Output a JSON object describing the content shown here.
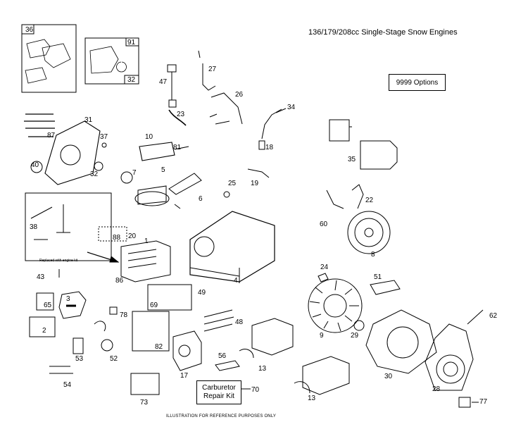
{
  "title": "136/179/208cc Single-Stage Snow Engines",
  "options_label": "9999 Options",
  "carb_kit": {
    "line1": "Carburetor",
    "line2": "Repair Kit"
  },
  "footer": "ILLUSTRATION FOR REFERENCE PURPOSES ONLY",
  "note": "Replaced with engine kit",
  "labels": {
    "p1": "1",
    "p2": "2",
    "p3": "3",
    "p4": "4",
    "p5": "5",
    "p6": "6",
    "p7": "7",
    "p8": "8",
    "p9": "9",
    "p10": "10",
    "p13a": "13",
    "p13b": "13",
    "p17": "17",
    "p18": "18",
    "p19": "19",
    "p20": "20",
    "p22": "22",
    "p23": "23",
    "p24": "24",
    "p25": "25",
    "p26": "26",
    "p27": "27",
    "p28": "28",
    "p29": "29",
    "p30": "30",
    "p31": "31",
    "p32": "32",
    "p34": "34",
    "p35": "35",
    "p36": "36",
    "p37": "37",
    "p38": "38",
    "p40": "40",
    "p43": "43",
    "p47": "47",
    "p48": "48",
    "p49": "49",
    "p51": "51",
    "p52": "52",
    "p53": "53",
    "p54": "54",
    "p56": "56",
    "p60": "60",
    "p62": "62",
    "p65": "65",
    "p69": "69",
    "p70": "70",
    "p73": "73",
    "p77": "77",
    "p78": "78",
    "p81": "81",
    "p82": "82",
    "p86": "86",
    "p87": "87",
    "p88": "88",
    "p91": "91",
    "p32b": "32"
  }
}
